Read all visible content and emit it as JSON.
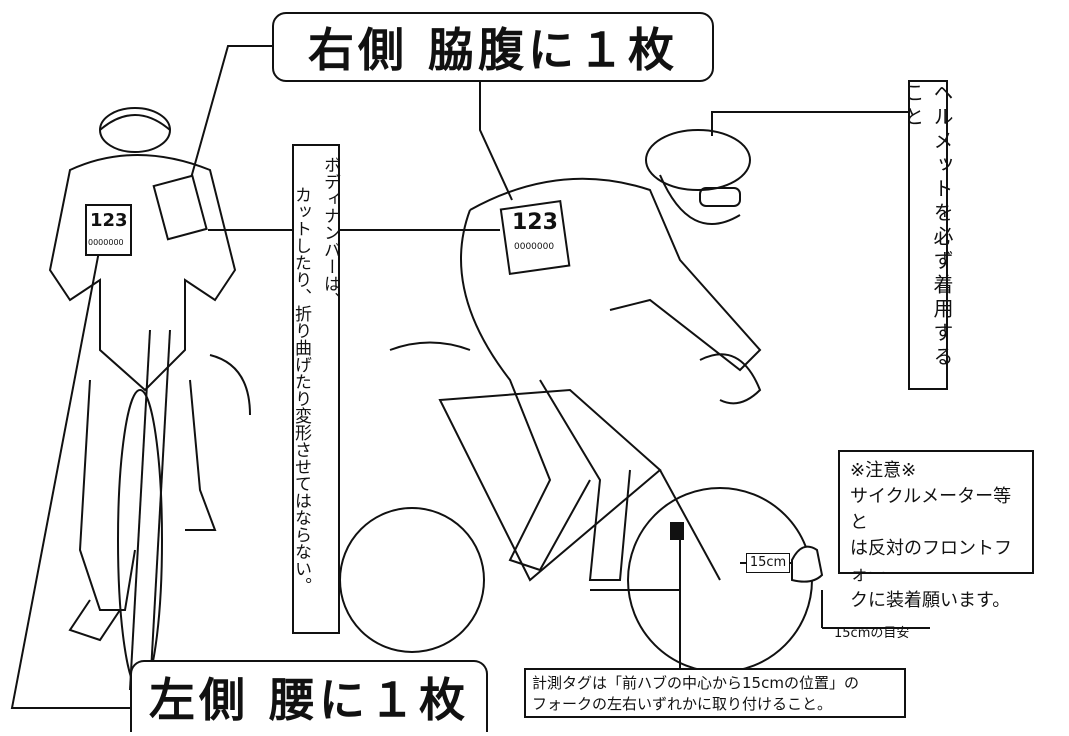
{
  "labels": {
    "right_label": "右側 脇腹に１枚",
    "left_label": "左側 腰に１枚",
    "helmet_note": "ヘルメットを必ず着用すること",
    "body_number_note_line1": "ボディナンバーは、",
    "body_number_note_line2": "カットしたり、折り曲げたり変形させてはならない。",
    "caution_title": "※注意※",
    "caution_line1": "サイクルメーター等と",
    "caution_line2": "は反対のフロントフォー",
    "caution_line3": "クに装着願います。",
    "distance_tag": "15cm",
    "distance_caption": "15cmの目安",
    "tag_note_line1": "計測タグは「前ハブの中心から15cmの位置」の",
    "tag_note_line2": "フォークの左右いずれかに取り付けること。"
  },
  "bib": {
    "number": "123",
    "code": "0000000"
  }
}
